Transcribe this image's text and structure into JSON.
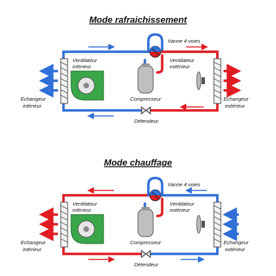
{
  "cooling": {
    "title": "Mode rafraichissement",
    "valve_label": "Vanne 4 voies",
    "indoor_fan_l1": "Ventilateur",
    "indoor_fan_l2": "intérieur",
    "outdoor_fan_l1": "Ventilateur",
    "outdoor_fan_l2": "extérieur",
    "compressor_label": "Compresseur",
    "expander_label": "Détendeur",
    "indoor_exch_l1": "Echangeur",
    "indoor_exch_l2": "intérieur",
    "outdoor_exch_l1": "Echangeur",
    "outdoor_exch_l2": "extérieur"
  },
  "heating": {
    "title": "Mode chauffage",
    "valve_label": "Vanne 4 voies",
    "indoor_fan_l1": "Ventilateur",
    "indoor_fan_l2": "intérieur",
    "outdoor_fan_l1": "Ventilateur",
    "outdoor_fan_l2": "extérieur",
    "compressor_label": "Compresseur",
    "expander_label": "Détendeur",
    "indoor_exch_l1": "Echangeur",
    "indoor_exch_l2": "intérieur",
    "outdoor_exch_l1": "Echangeur",
    "outdoor_exch_l2": "extérieur"
  },
  "colors": {
    "hot": "#e01b22",
    "cold": "#2f6fd6",
    "fan_green": "#3aa64a",
    "compressor": "#bfbfbf"
  }
}
